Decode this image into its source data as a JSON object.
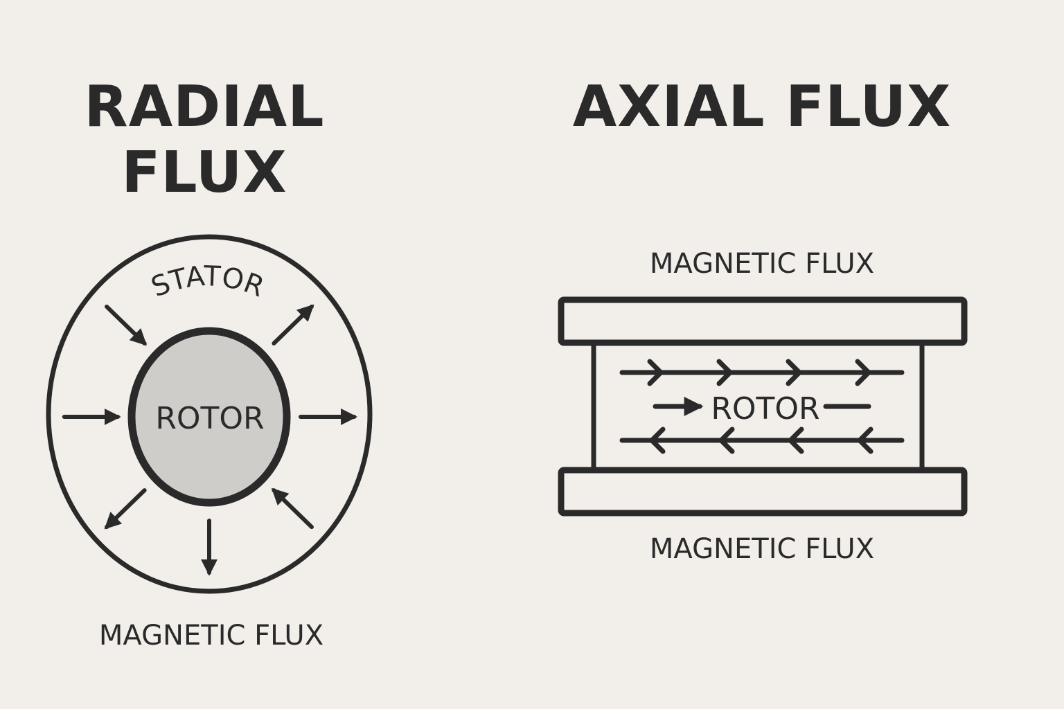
{
  "radial": {
    "title_line1": "RADIAL",
    "title_line2": "FLUX",
    "stator_label": "STATOR",
    "rotor_label": "ROTOR",
    "flux_label": "MAGNETIC FLUX",
    "arrows": [
      {
        "angle_deg": 225,
        "direction": "inward"
      },
      {
        "angle_deg": 315,
        "direction": "outward"
      },
      {
        "angle_deg": 180,
        "direction": "inward"
      },
      {
        "angle_deg": 0,
        "direction": "outward"
      },
      {
        "angle_deg": 135,
        "direction": "outward"
      },
      {
        "angle_deg": 90,
        "direction": "outward"
      },
      {
        "angle_deg": 45,
        "direction": "inward"
      }
    ]
  },
  "axial": {
    "title": "AXIAL FLUX",
    "top_label": "MAGNETIC FLUX",
    "rotor_label": "ROTOR",
    "bottom_label": "MAGNETIC FLUX",
    "top_row_direction": "right",
    "bottom_row_direction": "left",
    "chevrons_per_row": 4
  },
  "colors": {
    "background": "#f2efeb",
    "stroke": "#2a2a2a",
    "rotor_fill": "#cfcdc9"
  }
}
